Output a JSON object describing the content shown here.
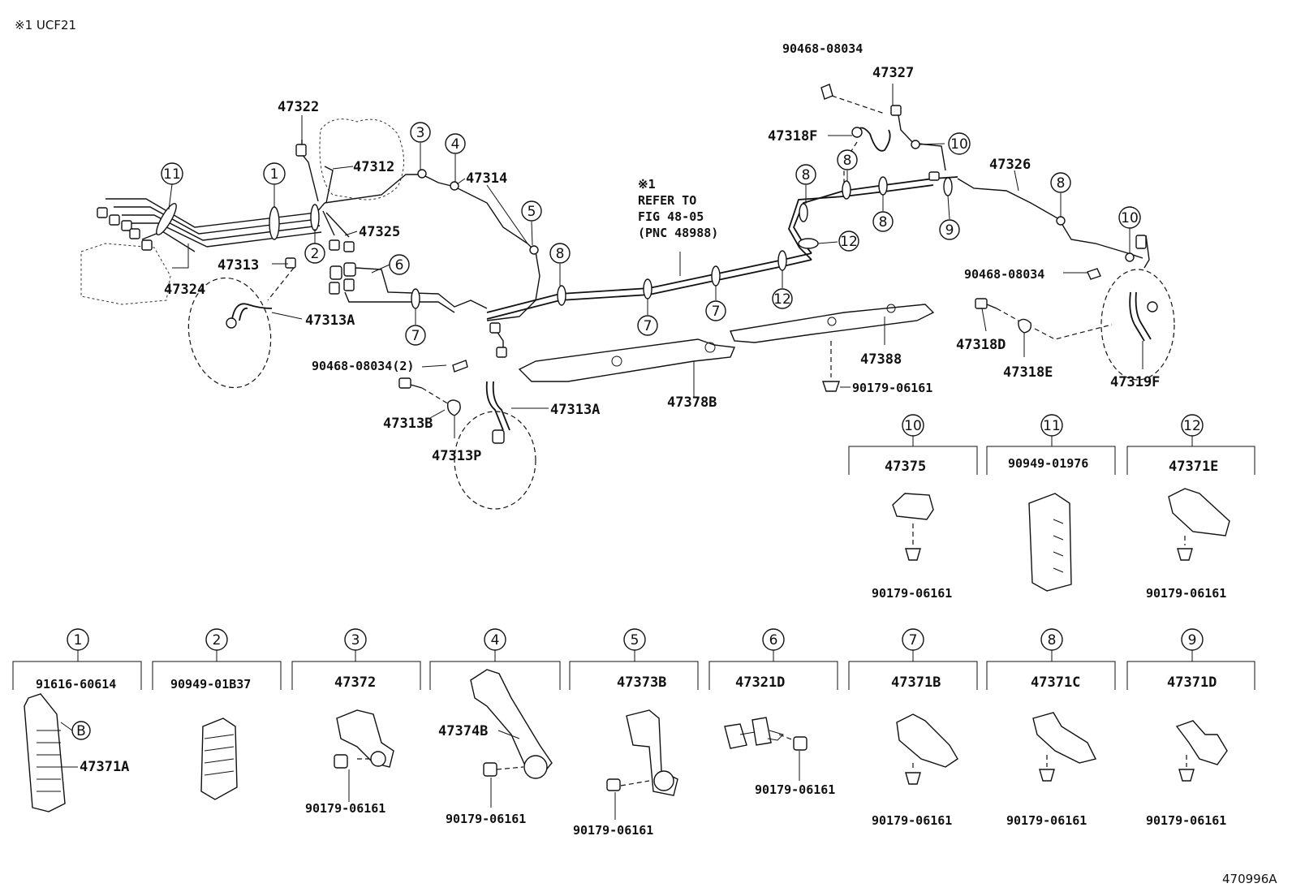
{
  "header": {
    "note": "※1 UCF21"
  },
  "footer": {
    "figure_code": "470996A"
  },
  "reference_note": {
    "line1": "※1",
    "line2": "REFER TO",
    "line3": "FIG 48-05",
    "line4": "(PNC 48988)"
  },
  "main_labels": {
    "p47322": "47322",
    "p47312": "47312",
    "p47314": "47314",
    "p47325": "47325",
    "p47313": "47313",
    "p47324": "47324",
    "p47313A_left": "47313A",
    "p47313A_mid": "47313A",
    "p90468_2": "90468-08034(2)",
    "p47313B": "47313B",
    "p47313P": "47313P",
    "p47378B": "47378B",
    "p47388": "47388",
    "p90179_mid": "90179-06161",
    "p90468_top": "90468-08034",
    "p47327": "47327",
    "p47318F": "47318F",
    "p47326": "47326",
    "p90468_right": "90468-08034",
    "p47318D": "47318D",
    "p47318E": "47318E",
    "p47319F": "47319F"
  },
  "callouts": {
    "c1": "1",
    "c2": "2",
    "c3": "3",
    "c4": "4",
    "c5": "5",
    "c6": "6",
    "c7": "7",
    "c8": "8",
    "c9": "9",
    "c10": "10",
    "c11": "11",
    "c12": "12"
  },
  "detail_boxes": [
    {
      "num": "10",
      "part": "47375",
      "bolt": "90179-06161"
    },
    {
      "num": "11",
      "part": "90949-01976",
      "bolt": ""
    },
    {
      "num": "12",
      "part": "47371E",
      "bolt": "90179-06161"
    },
    {
      "num": "1",
      "part": "91616-60614",
      "sub": "47371A",
      "marker": "B"
    },
    {
      "num": "2",
      "part": "90949-01B37"
    },
    {
      "num": "3",
      "part": "47372",
      "bolt": "90179-06161"
    },
    {
      "num": "4",
      "part": "47374B",
      "bolt": "90179-06161"
    },
    {
      "num": "5",
      "part": "47373B",
      "bolt": "90179-06161"
    },
    {
      "num": "6",
      "part": "47321D",
      "bolt": "90179-06161"
    },
    {
      "num": "7",
      "part": "47371B",
      "bolt": "90179-06161"
    },
    {
      "num": "8",
      "part": "47371C",
      "bolt": "90179-06161"
    },
    {
      "num": "9",
      "part": "47371D",
      "bolt": "90179-06161"
    }
  ]
}
